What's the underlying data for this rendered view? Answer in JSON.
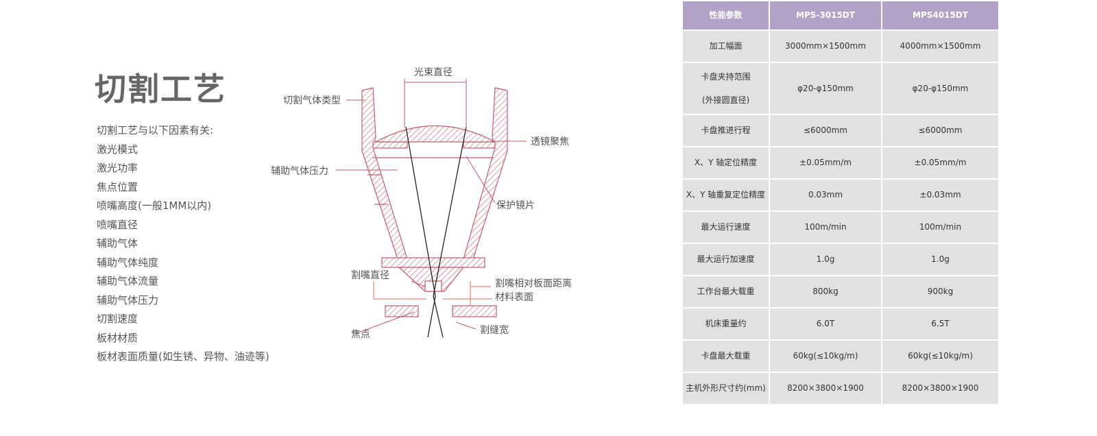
{
  "title": "切割工艺",
  "intro": "切割工艺与以下因素有关:",
  "factors": [
    "激光模式",
    "激光功率",
    "焦点位置",
    "喷嘴高度(一般1MM以内)",
    "喷嘴直径",
    "辅助气体",
    "辅助气体纯度",
    "辅助气体流量",
    "辅助气体压力",
    "切割速度",
    "板材材质",
    "板材表面质量(如生锈、异物、油迹等)"
  ],
  "diagram": {
    "labels": {
      "beam_diameter": "光束直径",
      "gas_type": "切割气体类型",
      "lens_focus": "透镜聚焦",
      "aux_gas_pressure": "辅助气体压力",
      "protect_lens": "保护镜片",
      "nozzle_diameter": "割嘴直径",
      "nozzle_distance": "割嘴相对板面距离",
      "material_surface": "材料表面",
      "focus": "焦点",
      "kerf_width": "割缝宽"
    },
    "colors": {
      "hatch": "#c65a6e",
      "beam": "#222222",
      "leader": "#c65a6e",
      "dim": "#e08a6a"
    }
  },
  "specs": {
    "header": [
      "性能参数",
      "MPS-3015DT",
      "MPS4015DT"
    ],
    "rows": [
      [
        "加工幅面",
        "3000mm×1500mm",
        "4000mm×1500mm"
      ],
      [
        "卡盘夹持范围\n\n(外接圆直径)",
        "φ20-φ150mm",
        "φ20-φ150mm"
      ],
      [
        "卡盘推进行程",
        "≤6000mm",
        "≤6000mm"
      ],
      [
        "X、Y 轴定位精度",
        "±0.05mm/m",
        "±0.05mm/m"
      ],
      [
        "X、Y 轴重复定位精度",
        "0.03mm",
        "±0.03mm"
      ],
      [
        "最大运行速度",
        "100m/min",
        "100m/min"
      ],
      [
        "最大运行加速度",
        "1.0g",
        "1.0g"
      ],
      [
        "工作台最大载重",
        "800kg",
        "900kg"
      ],
      [
        "机床重量约",
        "6.0T",
        "6.5T"
      ],
      [
        "卡盘最大载重",
        "60kg(≤10kg/m)",
        "60kg(≤10kg/m)"
      ],
      [
        "主机外形尺寸约(mm)",
        "8200×3800×1900",
        "8200×3800×1900"
      ]
    ],
    "colors": {
      "header_bg": "#b1a3c8",
      "cell_bg": "#e1e1e1"
    }
  }
}
